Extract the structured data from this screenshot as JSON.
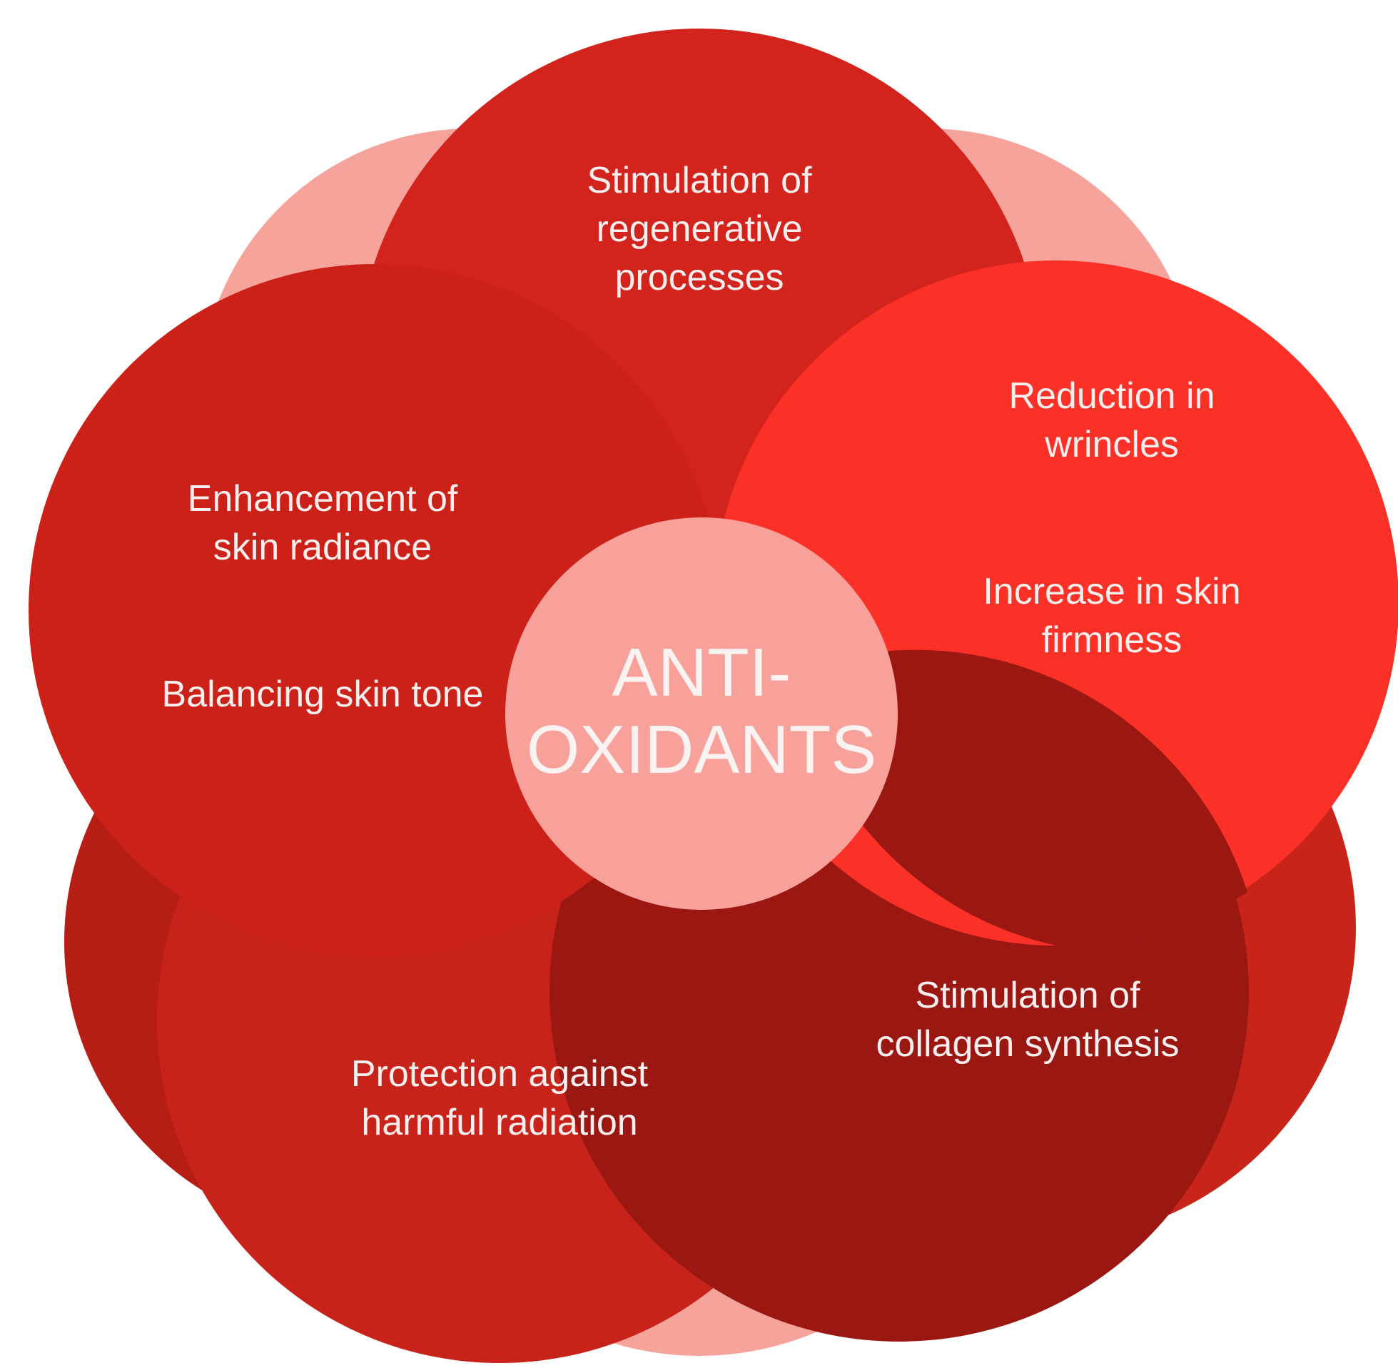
{
  "center": {
    "line1": "ANTI-",
    "line2": "OXIDANTS",
    "color": "#f8a19b"
  },
  "petals": [
    {
      "id": "regenerative",
      "lines": [
        "Stimulation of",
        "regenerative",
        "processes"
      ],
      "color": "#d2241c"
    },
    {
      "id": "radiance-tone",
      "lines": [
        "Enhancement of",
        "skin radiance"
      ],
      "lines2": [
        "Balancing skin tone"
      ],
      "color": "#cc2118"
    },
    {
      "id": "wrinkles-firmness",
      "lines": [
        "Reduction in",
        "wrincles"
      ],
      "lines2": [
        "Increase in skin",
        "firmness"
      ],
      "color": "#fb3127"
    },
    {
      "id": "collagen",
      "lines": [
        "Stimulation of",
        "collagen synthesis"
      ],
      "color": "#9b1712"
    },
    {
      "id": "radiation",
      "lines": [
        "Protection against",
        "harmful radiation"
      ],
      "color": "#c8231a"
    }
  ],
  "colors": {
    "halo_light": "#f6a39c",
    "halo_dark_left": "#b61d15",
    "halo_dark_right": "#c9241a"
  }
}
